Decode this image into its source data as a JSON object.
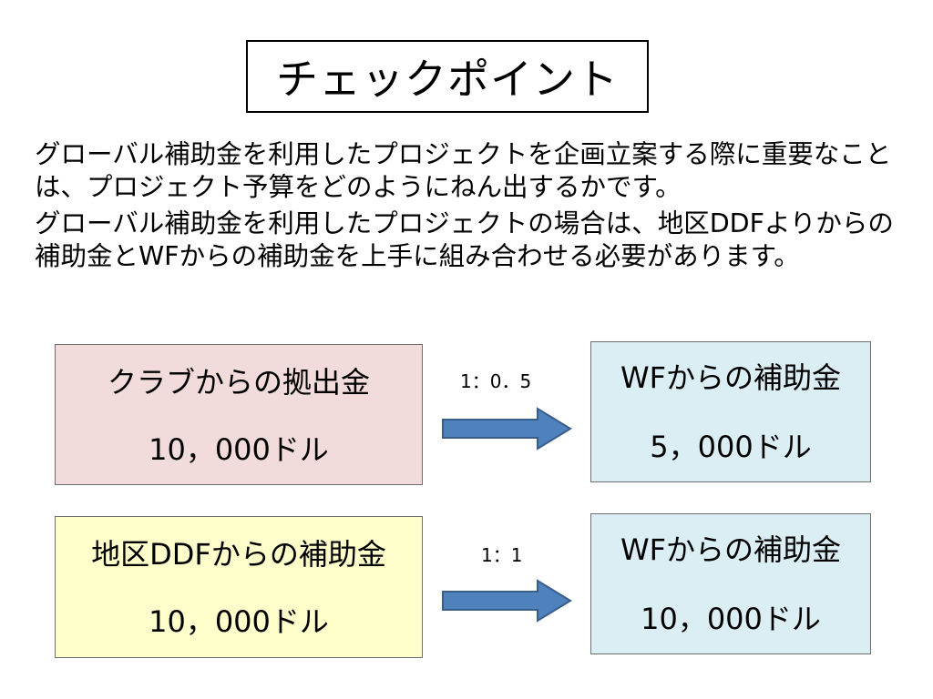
{
  "slide": {
    "title": "チェックポイント",
    "paragraphs": [
      "グローバル補助金を利用したプロジェクトを企画立案する際に重要なことは、プロジェクト予算をどのようにねん出するかです。",
      "グローバル補助金を利用したプロジェクトの場合は、地区DDFよりからの補助金とWFからの補助金を上手に組み合わせる必要があります。"
    ]
  },
  "rows": [
    {
      "source_label": "クラブからの拠出金",
      "source_amount": "10，000ドル",
      "ratio": "1：0．5",
      "target_label": "WFからの補助金",
      "target_amount": "5，000ドル"
    },
    {
      "source_label": "地区DDFからの補助金",
      "source_amount": "10，000ドル",
      "ratio": "1：1",
      "target_label": "WFからの補助金",
      "target_amount": "10，000ドル"
    }
  ],
  "colors": {
    "club_box": "#f2dcdb",
    "district_box": "#ffffcc",
    "wf_box": "#dbeef4",
    "arrow_fill": "#4f81bd",
    "arrow_stroke": "#385d8a"
  },
  "icons": {
    "arrow": "right-arrow-icon"
  }
}
